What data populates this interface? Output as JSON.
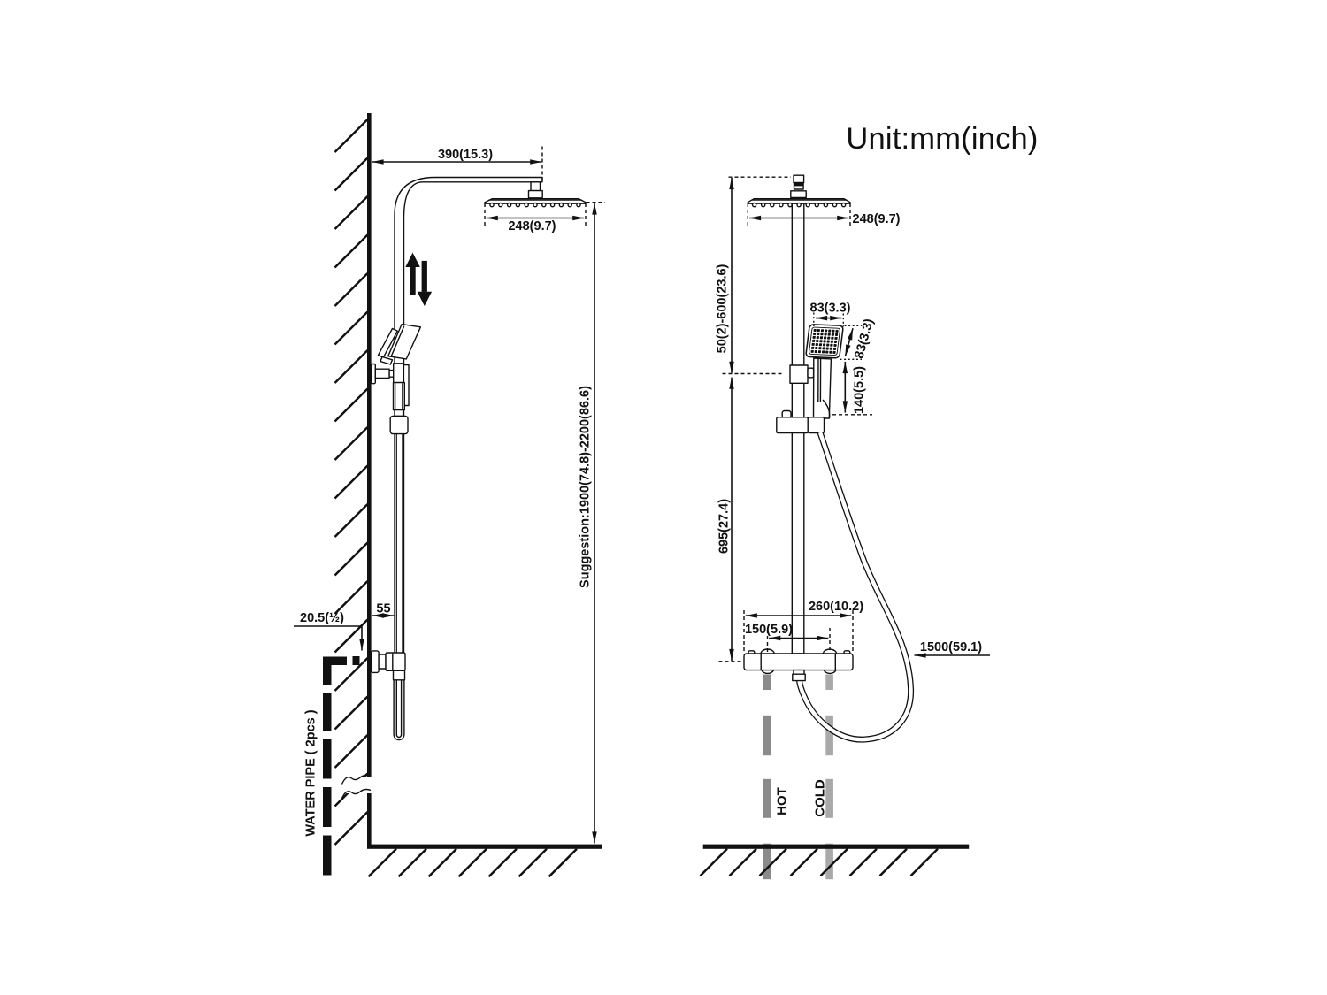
{
  "title": "Unit:mm(inch)",
  "colors": {
    "line": "#111111",
    "hot_pipe": "#8a8a8a",
    "cold_pipe": "#a9a9a9"
  },
  "left_view": {
    "dim_wall_offset": "390(15.3)",
    "dim_head_width": "248(9.7)",
    "dim_height_range": "Suggestion:1900(74.8)-2200(86.6)",
    "dim_pipe_gap": "55",
    "dim_connection": "20.5(½)",
    "label_water_pipe": "WATER PIPE ( 2pcs )"
  },
  "right_view": {
    "dim_head_width": "248(9.7)",
    "dim_upper_adjust": "50(2)-600(23.6)",
    "dim_hand_head_width": "83(3.3)",
    "dim_hand_head_height": "83(3.3)",
    "dim_hand_length": "140(5.5)",
    "dim_lower_height": "695(27.4)",
    "dim_valve_width": "260(10.2)",
    "dim_inlet_spacing": "150(5.9)",
    "dim_hose_length": "1500(59.1)",
    "label_hot": "HOT",
    "label_cold": "COLD"
  }
}
